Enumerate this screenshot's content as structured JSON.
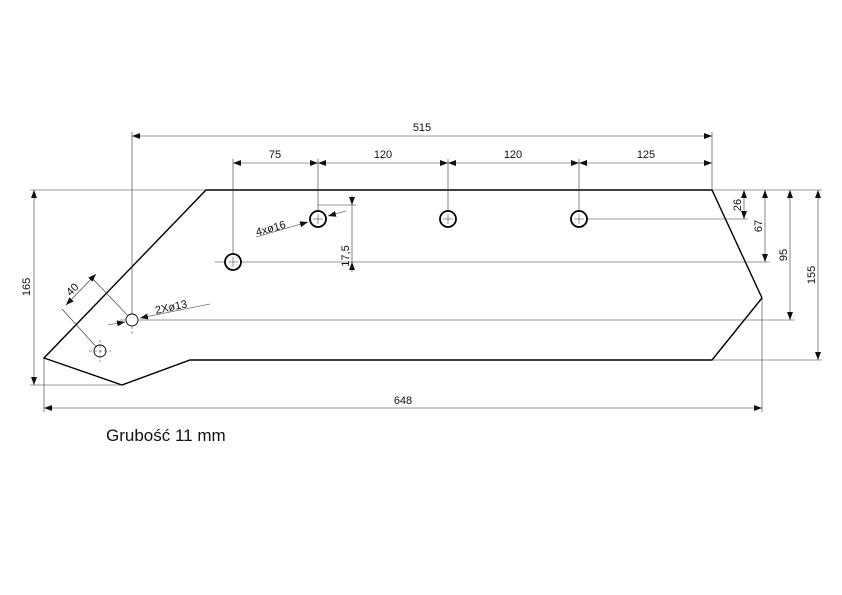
{
  "dimensions": {
    "overall_top": "515",
    "chain": [
      "75",
      "120",
      "120",
      "125"
    ],
    "height_left": "165",
    "overall_length": "648",
    "right": [
      "26",
      "67",
      "95",
      "155"
    ],
    "offset": "17,5",
    "hole_spacing": "40",
    "holes_large": "4xø16",
    "holes_small": "2Xø13"
  },
  "note": "Grubość 11 mm"
}
